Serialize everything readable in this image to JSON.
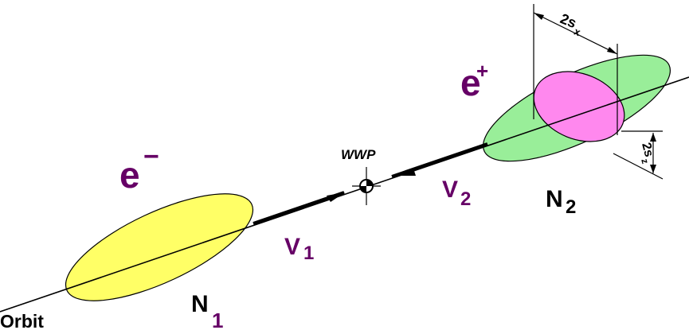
{
  "labels": {
    "electron": "e",
    "electron_sign": "−",
    "positron": "e",
    "positron_sign": "+",
    "interaction_point": "WWP",
    "velocity_1": "V",
    "velocity_1_sub": "1",
    "velocity_2": "V",
    "velocity_2_sub": "2",
    "bunch_1": "N",
    "bunch_1_sub": "1",
    "bunch_2": "N",
    "bunch_2_sub": "2",
    "orbit": "Orbit",
    "sigma_x": "2s",
    "sigma_x_sub": "x",
    "sigma_z": "2s",
    "sigma_z_sub": "z"
  },
  "colors": {
    "electron_bunch": "#ffff66",
    "positron_bunch": "#99ee99",
    "positron_core": "#ff88ee",
    "label_purple": "#660066",
    "line": "#000000"
  }
}
